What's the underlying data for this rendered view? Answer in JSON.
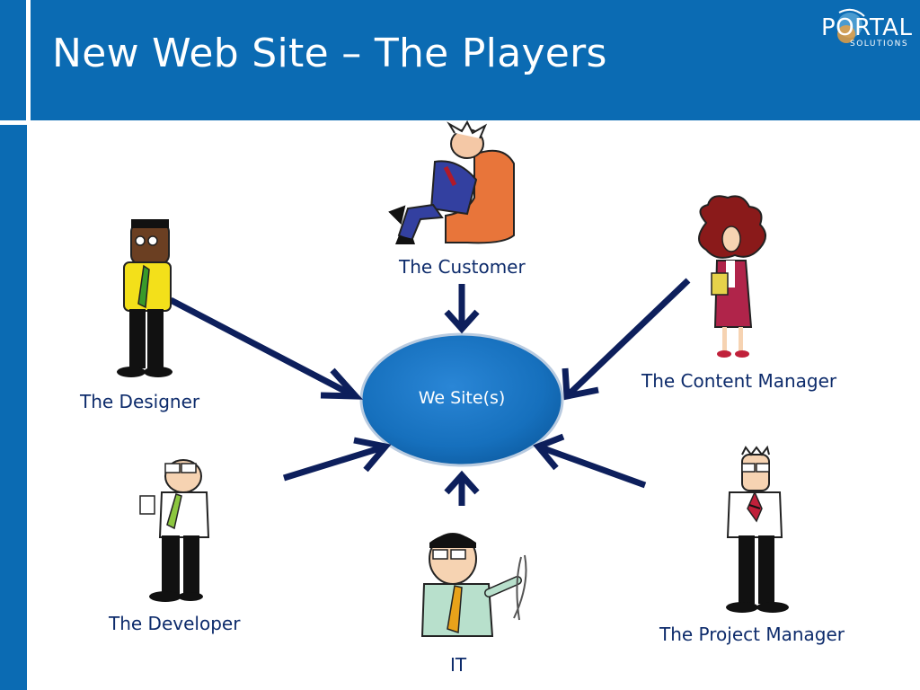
{
  "slide": {
    "title": "New Web Site – The Players"
  },
  "logo": {
    "word": "PORTAL",
    "sub": "SOLUTIONS"
  },
  "hub": {
    "label": "We Site(s)"
  },
  "players": [
    {
      "id": "customer",
      "label": "The Customer"
    },
    {
      "id": "designer",
      "label": "The Designer"
    },
    {
      "id": "content-manager",
      "label": "The Content Manager"
    },
    {
      "id": "developer",
      "label": "The Developer"
    },
    {
      "id": "it",
      "label": "IT"
    },
    {
      "id": "project-manager",
      "label": "The Project Manager"
    }
  ],
  "colors": {
    "header": "#0b6bb3",
    "hub_fill": "#1a74c4",
    "arrow": "#0d1f5c",
    "label_text": "#0d2b6b"
  }
}
